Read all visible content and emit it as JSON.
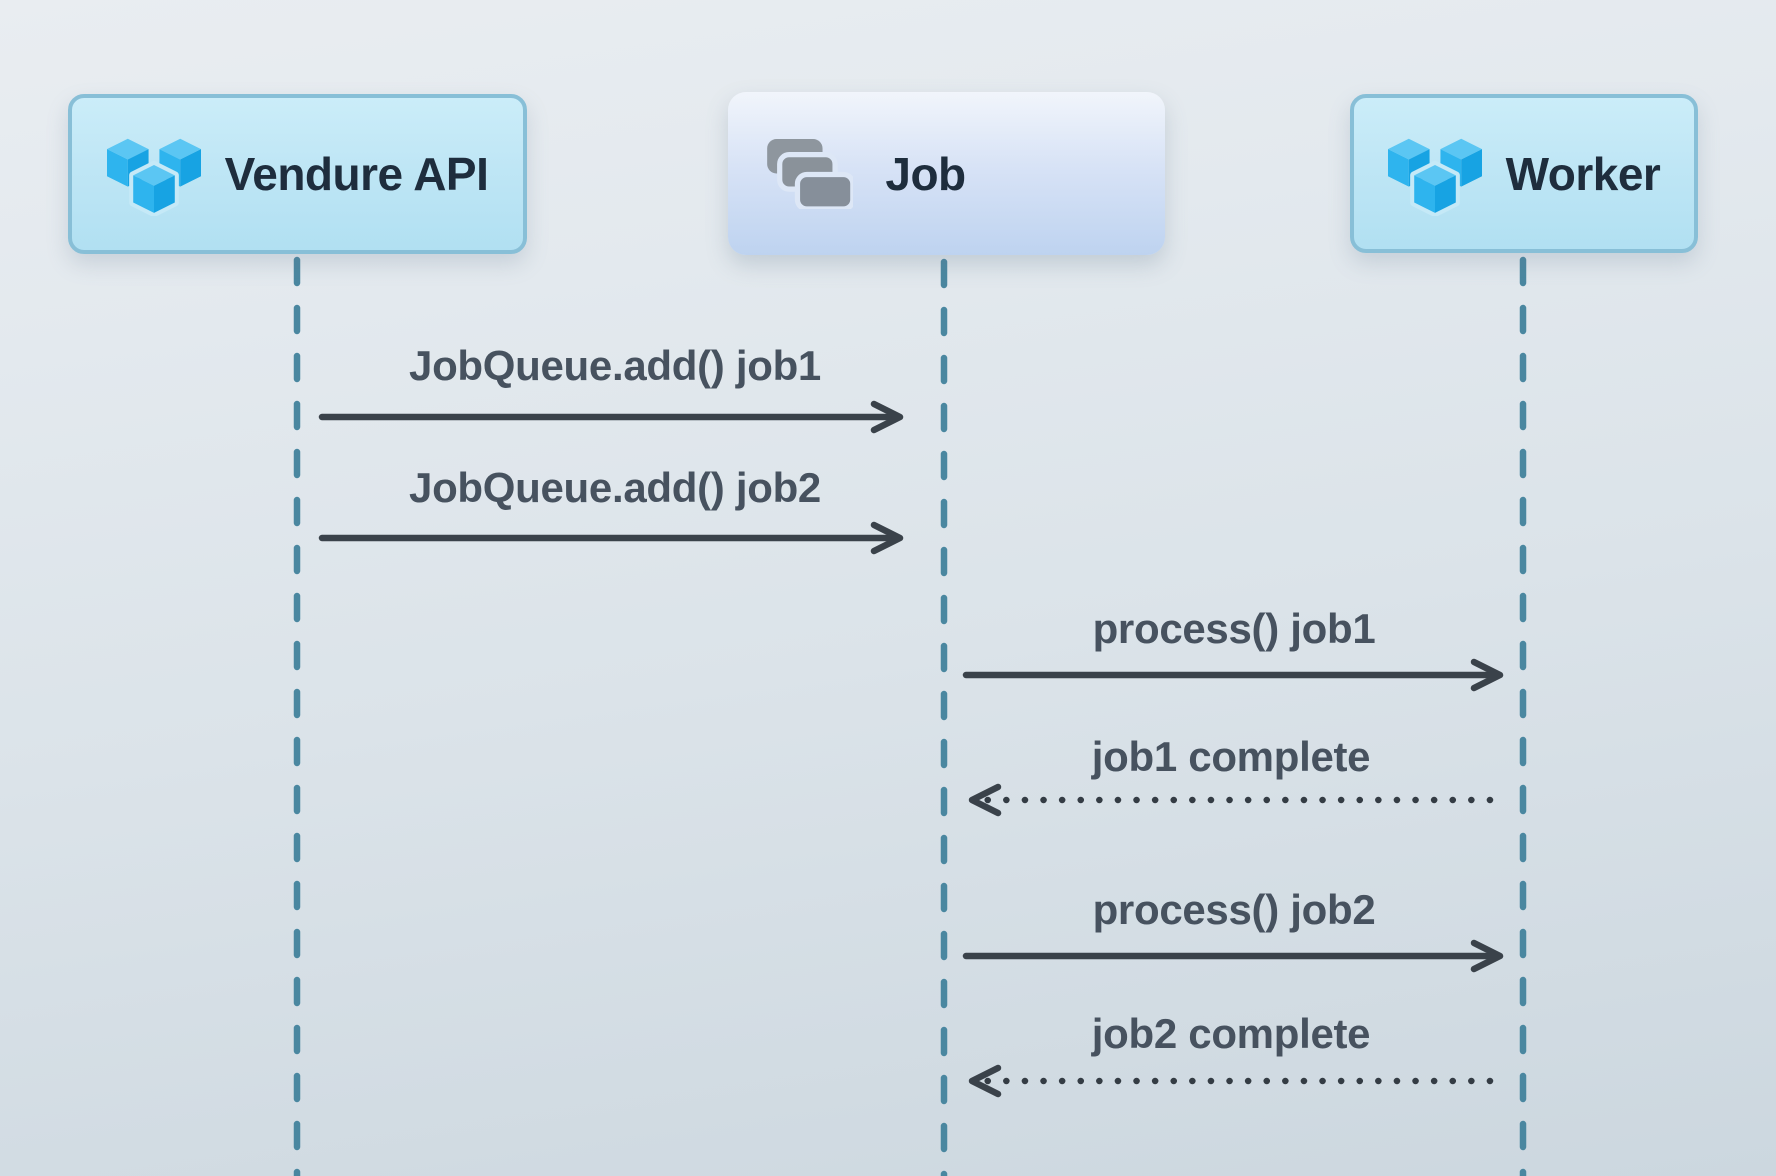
{
  "diagram": {
    "type": "sequence-diagram",
    "actors": [
      {
        "id": "vendure-api",
        "label": "Vendure API",
        "icon": "vendure-cubes-icon"
      },
      {
        "id": "job",
        "label": "Job",
        "icon": "stacked-cards-icon"
      },
      {
        "id": "worker",
        "label": "Worker",
        "icon": "vendure-cubes-icon"
      }
    ],
    "messages": [
      {
        "from": "vendure-api",
        "to": "job",
        "label": "JobQueue.add() job1",
        "line": "solid",
        "direction": "right"
      },
      {
        "from": "vendure-api",
        "to": "job",
        "label": "JobQueue.add() job2",
        "line": "solid",
        "direction": "right"
      },
      {
        "from": "job",
        "to": "worker",
        "label": "process() job1",
        "line": "solid",
        "direction": "right"
      },
      {
        "from": "worker",
        "to": "job",
        "label": "job1 complete",
        "line": "dotted",
        "direction": "left"
      },
      {
        "from": "job",
        "to": "worker",
        "label": "process() job2",
        "line": "solid",
        "direction": "right"
      },
      {
        "from": "worker",
        "to": "job",
        "label": "job2 complete",
        "line": "dotted",
        "direction": "left"
      }
    ],
    "colors": {
      "background_top": "#e9edf1",
      "background_bottom": "#ccd7df",
      "actor_box_cyan": "#bfe6f5",
      "actor_box_cyan_border": "#88bfd7",
      "actor_box_blue_top": "#f1f5fb",
      "actor_box_blue_bottom": "#bed3f0",
      "actor_text": "#1e2d3d",
      "message_text": "#47525f",
      "arrow": "#3a424a",
      "lifeline": "#4a87a0",
      "logo_blue_top": "#5bc6f3",
      "logo_blue_left": "#2eb4ee",
      "logo_blue_right": "#17a3e3",
      "card_grey": "#8a929a"
    }
  }
}
